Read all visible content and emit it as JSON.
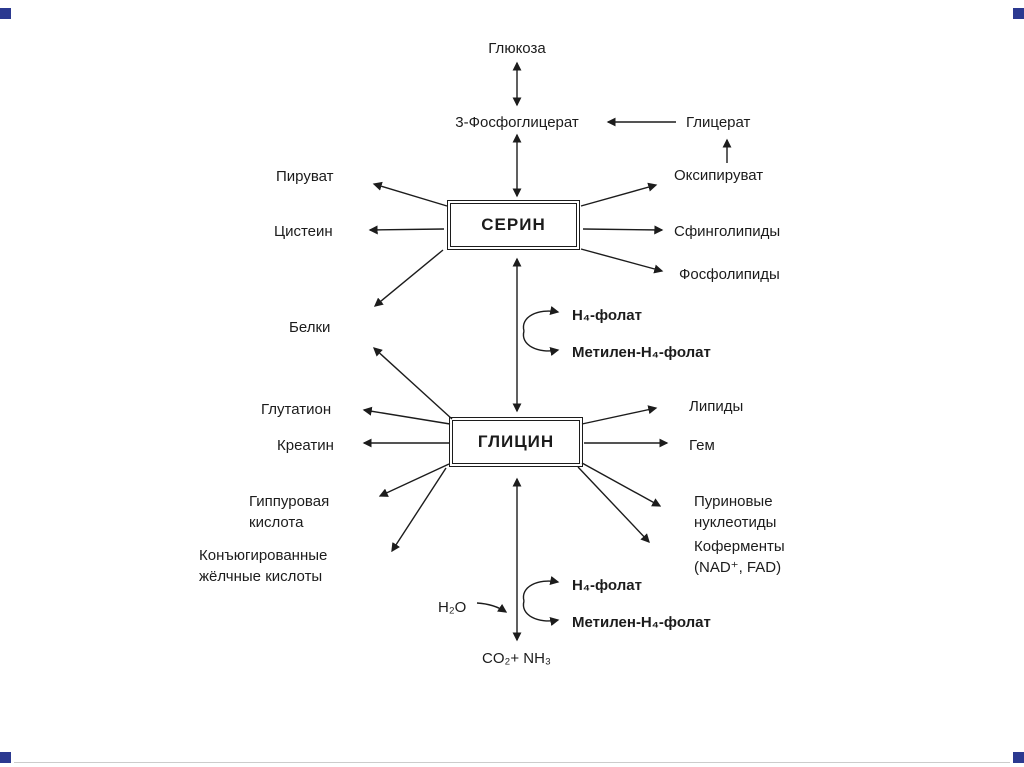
{
  "diagram": {
    "description": "Metabolic map of serine and glycine (Russian biochemistry slide)",
    "nodes": {
      "glucose": "Глюкоза",
      "phosphoglycerate": "3-Фосфоглицерат",
      "glycerate": "Глицерат",
      "oxypyruvate": "Оксипируват",
      "pyruvate": "Пируват",
      "cysteine": "Цистеин",
      "serine": "СЕРИН",
      "sphingolipids": "Сфинголипиды",
      "phospholipids": "Фосфолипиды",
      "proteins": "Белки",
      "h4_folate_top": "Н₄-фолат",
      "methylene_h4_folate_top": "Метилен-Н₄-фолат",
      "glutathione": "Глутатион",
      "creatine": "Креатин",
      "glycine": "ГЛИЦИН",
      "lipids": "Липиды",
      "heme": "Гем",
      "hippuric_acid": "Гиппуровая кислота",
      "conjugated_bile_acids": "Конъюгированные жёлчные кислоты",
      "purine_nucleotides": "Пуриновые нуклеотиды",
      "coenzymes": "Коферменты (NAD⁺, FAD)",
      "water": "Н₂О",
      "h4_folate_bottom": "Н₄-фолат",
      "methylene_h4_folate_bottom": "Метилен-Н₄-фолат",
      "co2_nh3": "CO₂+ NH₃"
    },
    "colors": {
      "ink": "#1c1c1c",
      "background": "#ffffff",
      "corner_accent": "#2b3990"
    }
  }
}
